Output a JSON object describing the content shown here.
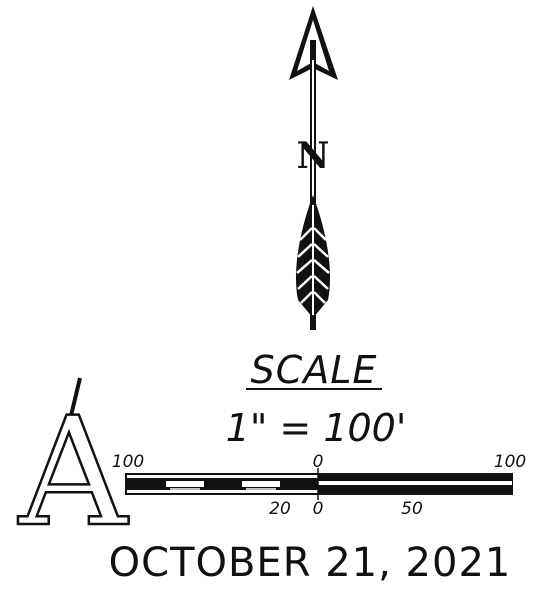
{
  "north_arrow": {
    "letter": "N"
  },
  "scale": {
    "title": "SCALE",
    "ratio": "1\" = 100'",
    "bar_labels": {
      "top_left": "100",
      "top_mid": "0",
      "top_right": "100",
      "bottom_20": "20",
      "bottom_0": "0",
      "bottom_50": "50"
    }
  },
  "sheet_letter": "A",
  "date": "OCTOBER 21, 2021",
  "colors": {
    "ink": "#111111",
    "paper": "#ffffff"
  }
}
